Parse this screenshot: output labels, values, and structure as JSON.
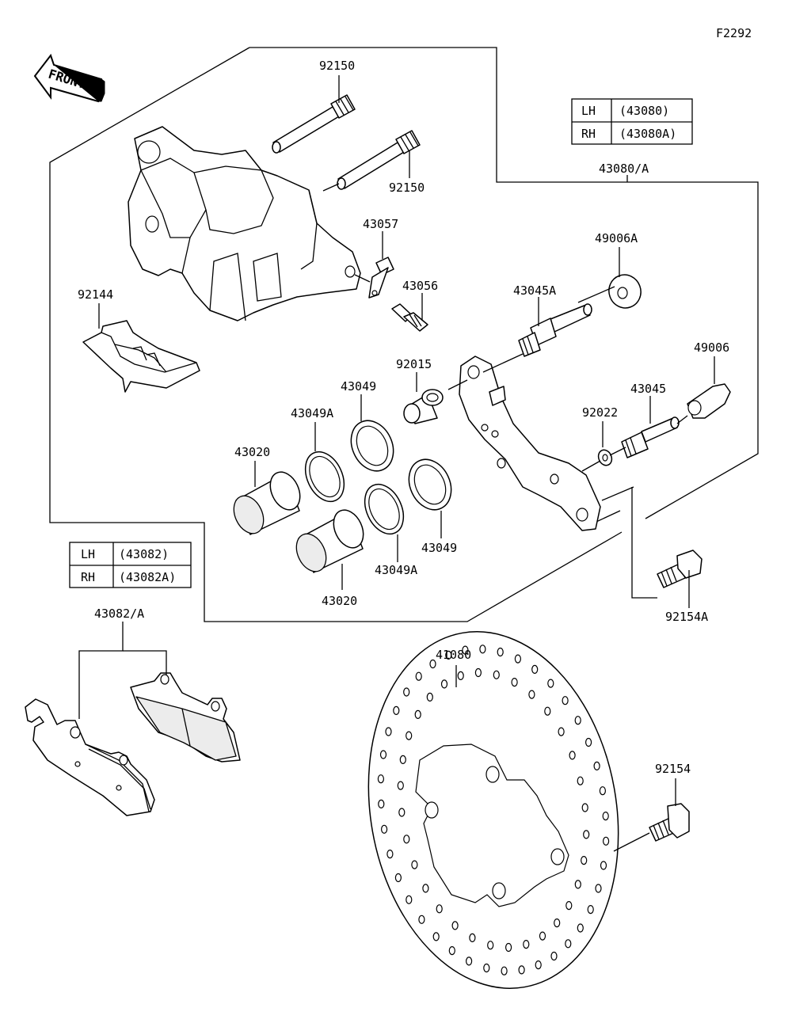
{
  "diagram_code": "F2292",
  "front_arrow_label": "FRONT",
  "tables": {
    "caliper": {
      "rows": [
        {
          "side": "LH",
          "part": "(43080)"
        },
        {
          "side": "RH",
          "part": "(43080A)"
        }
      ]
    },
    "pads": {
      "rows": [
        {
          "side": "LH",
          "part": "(43082)"
        },
        {
          "side": "RH",
          "part": "(43082A)"
        }
      ]
    }
  },
  "callouts": {
    "pin_top": "92150",
    "pin_mid": "92150",
    "caliper_assy": "43080/A",
    "bleeder_cap": "43057",
    "bleeder_valve": "43056",
    "boot_a": "49006A",
    "pin_a": "43045A",
    "spring": "92144",
    "sleeve": "92015",
    "seal_top": "43049",
    "seal_a_left": "43049A",
    "boot": "49006",
    "pin": "43045",
    "piston_top": "43020",
    "washer": "92022",
    "seal_right": "43049",
    "seal_a_bottom": "43049A",
    "piston_bottom": "43020",
    "bolt_a": "92154A",
    "pads_assy": "43082/A",
    "disc": "41080",
    "bolt": "92154"
  }
}
